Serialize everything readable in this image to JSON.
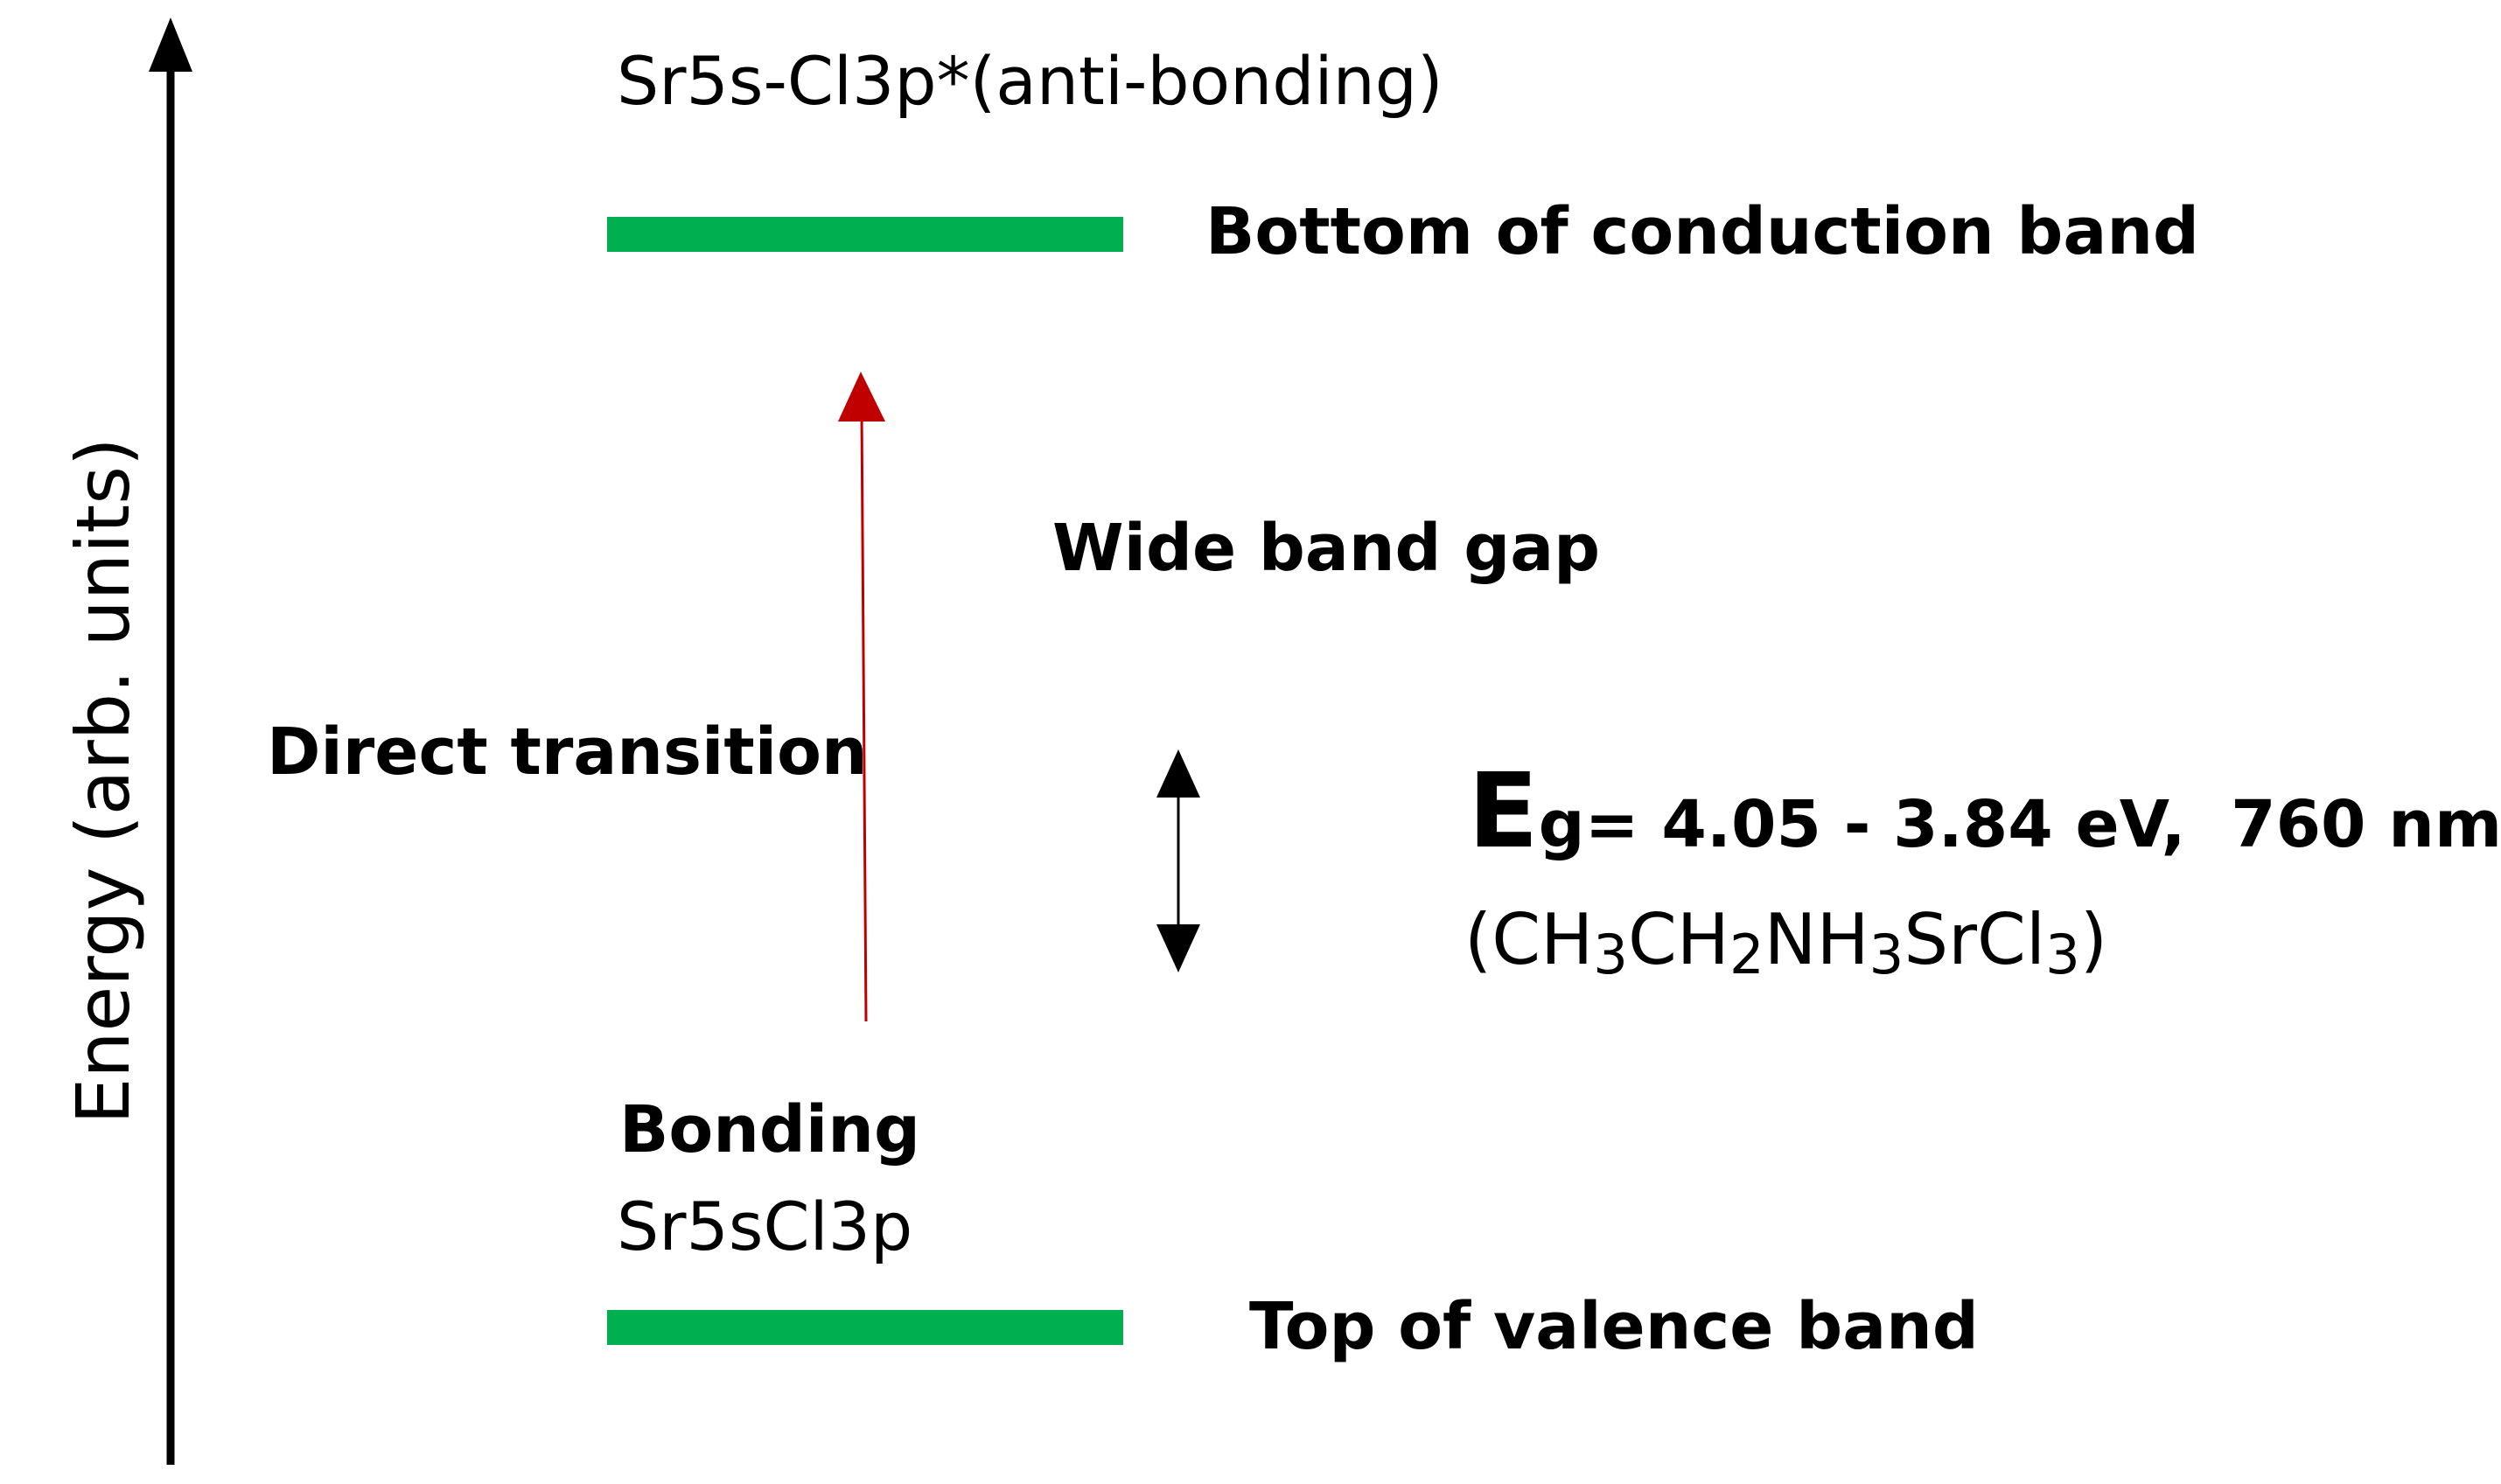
{
  "diagram": {
    "axis_label": "Energy (arb. units)",
    "antibonding_label": "Sr5s-Cl3p*(anti-bonding)",
    "conduction_band_label": "Bottom of conduction band",
    "band_gap_label": "Wide band gap",
    "transition_label": "Direct transition",
    "bonding_label": "Bonding",
    "bonding_orbitals_label": "Sr5sCl3p",
    "valence_band_label": "Top of valence band",
    "energy_gap": {
      "symbol": "E",
      "subscript": "g",
      "value_text": "= 4.05 - 3.84 eV,  760 nm"
    },
    "compound": {
      "open": "(",
      "parts": [
        {
          "text": "CH",
          "sub": "3"
        },
        {
          "text": "CH",
          "sub": "2"
        },
        {
          "text": "NH",
          "sub": "3"
        },
        {
          "text": "SrCl",
          "sub": "3"
        }
      ],
      "close": ")"
    },
    "colors": {
      "band_level": "#00b050",
      "transition_arrow": "#c00000",
      "axis": "#000000",
      "text": "#000000"
    }
  }
}
